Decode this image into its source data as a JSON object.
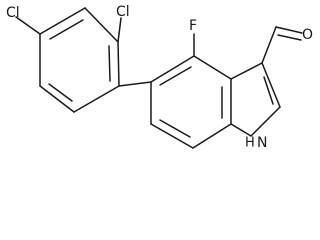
{
  "molecule": {
    "labels": {
      "cl_top_left": "Cl",
      "cl_top_right": "Cl",
      "fluorine": "F",
      "oxygen": "O",
      "nh_h": "H",
      "nh_n": "N"
    }
  }
}
